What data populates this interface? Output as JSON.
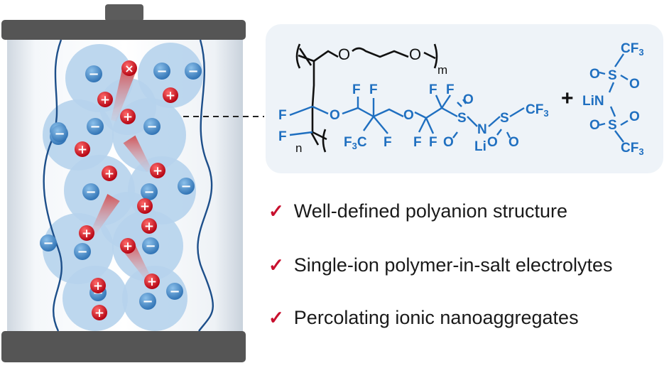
{
  "chem": {
    "repeat_m": "m",
    "repeat_n": "n",
    "O": "O",
    "F": "F",
    "CF3": "CF",
    "three": "3",
    "F3C": "F",
    "F3C_rest": "C",
    "S": "S",
    "N": "N",
    "Li": "Li",
    "LiN": "LiN",
    "plus": "+"
  },
  "ions": {
    "anion_symbol": "−",
    "cation_symbol": "+",
    "cross_symbol": "×"
  },
  "bullets": [
    {
      "check": "✓",
      "text": "Well-defined polyanion structure"
    },
    {
      "check": "✓",
      "text": "Single-ion polymer-in-salt electrolytes"
    },
    {
      "check": "✓",
      "text": "Percolating ionic nanoaggregates"
    }
  ],
  "colors": {
    "chem_blue": "#1f6fc0",
    "anion_blue": "#3f86c8",
    "cation_red": "#c0101e",
    "aggregate_blue": "#b6d3ec",
    "check_red": "#c8102e",
    "cap_gray": "#5a5a5a",
    "panel_bg": "#eef3f8"
  }
}
